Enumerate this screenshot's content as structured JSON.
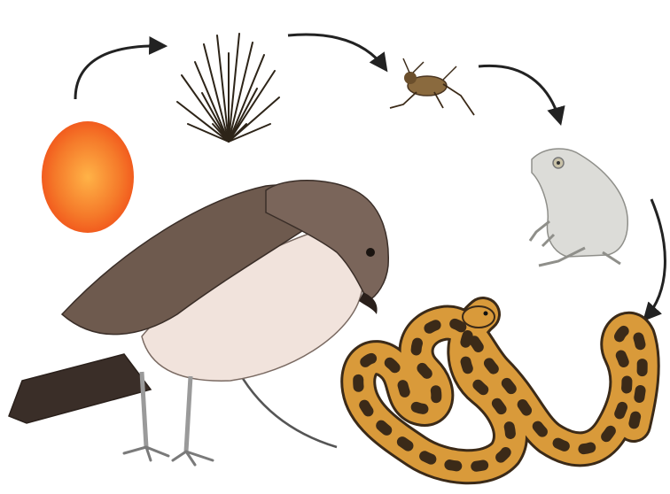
{
  "diagram": {
    "type": "food-chain",
    "nodes": [
      {
        "id": "sun",
        "icon": "sun-icon"
      },
      {
        "id": "grass",
        "icon": "grass-icon"
      },
      {
        "id": "grasshopper",
        "icon": "grasshopper-icon"
      },
      {
        "id": "frog",
        "icon": "frog-icon"
      },
      {
        "id": "snake",
        "icon": "snake-icon"
      },
      {
        "id": "hawk",
        "icon": "hawk-icon"
      }
    ],
    "edges": [
      {
        "from": "sun",
        "to": "grass"
      },
      {
        "from": "grass",
        "to": "grasshopper"
      },
      {
        "from": "grasshopper",
        "to": "frog"
      },
      {
        "from": "frog",
        "to": "snake"
      },
      {
        "from": "snake",
        "to": "hawk"
      }
    ]
  },
  "colors": {
    "sun_inner": "#ffb347",
    "sun_outer": "#f25c1e",
    "arrow": "#222222",
    "hawk_dark": "#6e5a4e",
    "hawk_belly": "#f1e3dc",
    "snake_body": "#d99a3a",
    "snake_spot": "#3b2a18",
    "frog": "#dcdcd8"
  }
}
